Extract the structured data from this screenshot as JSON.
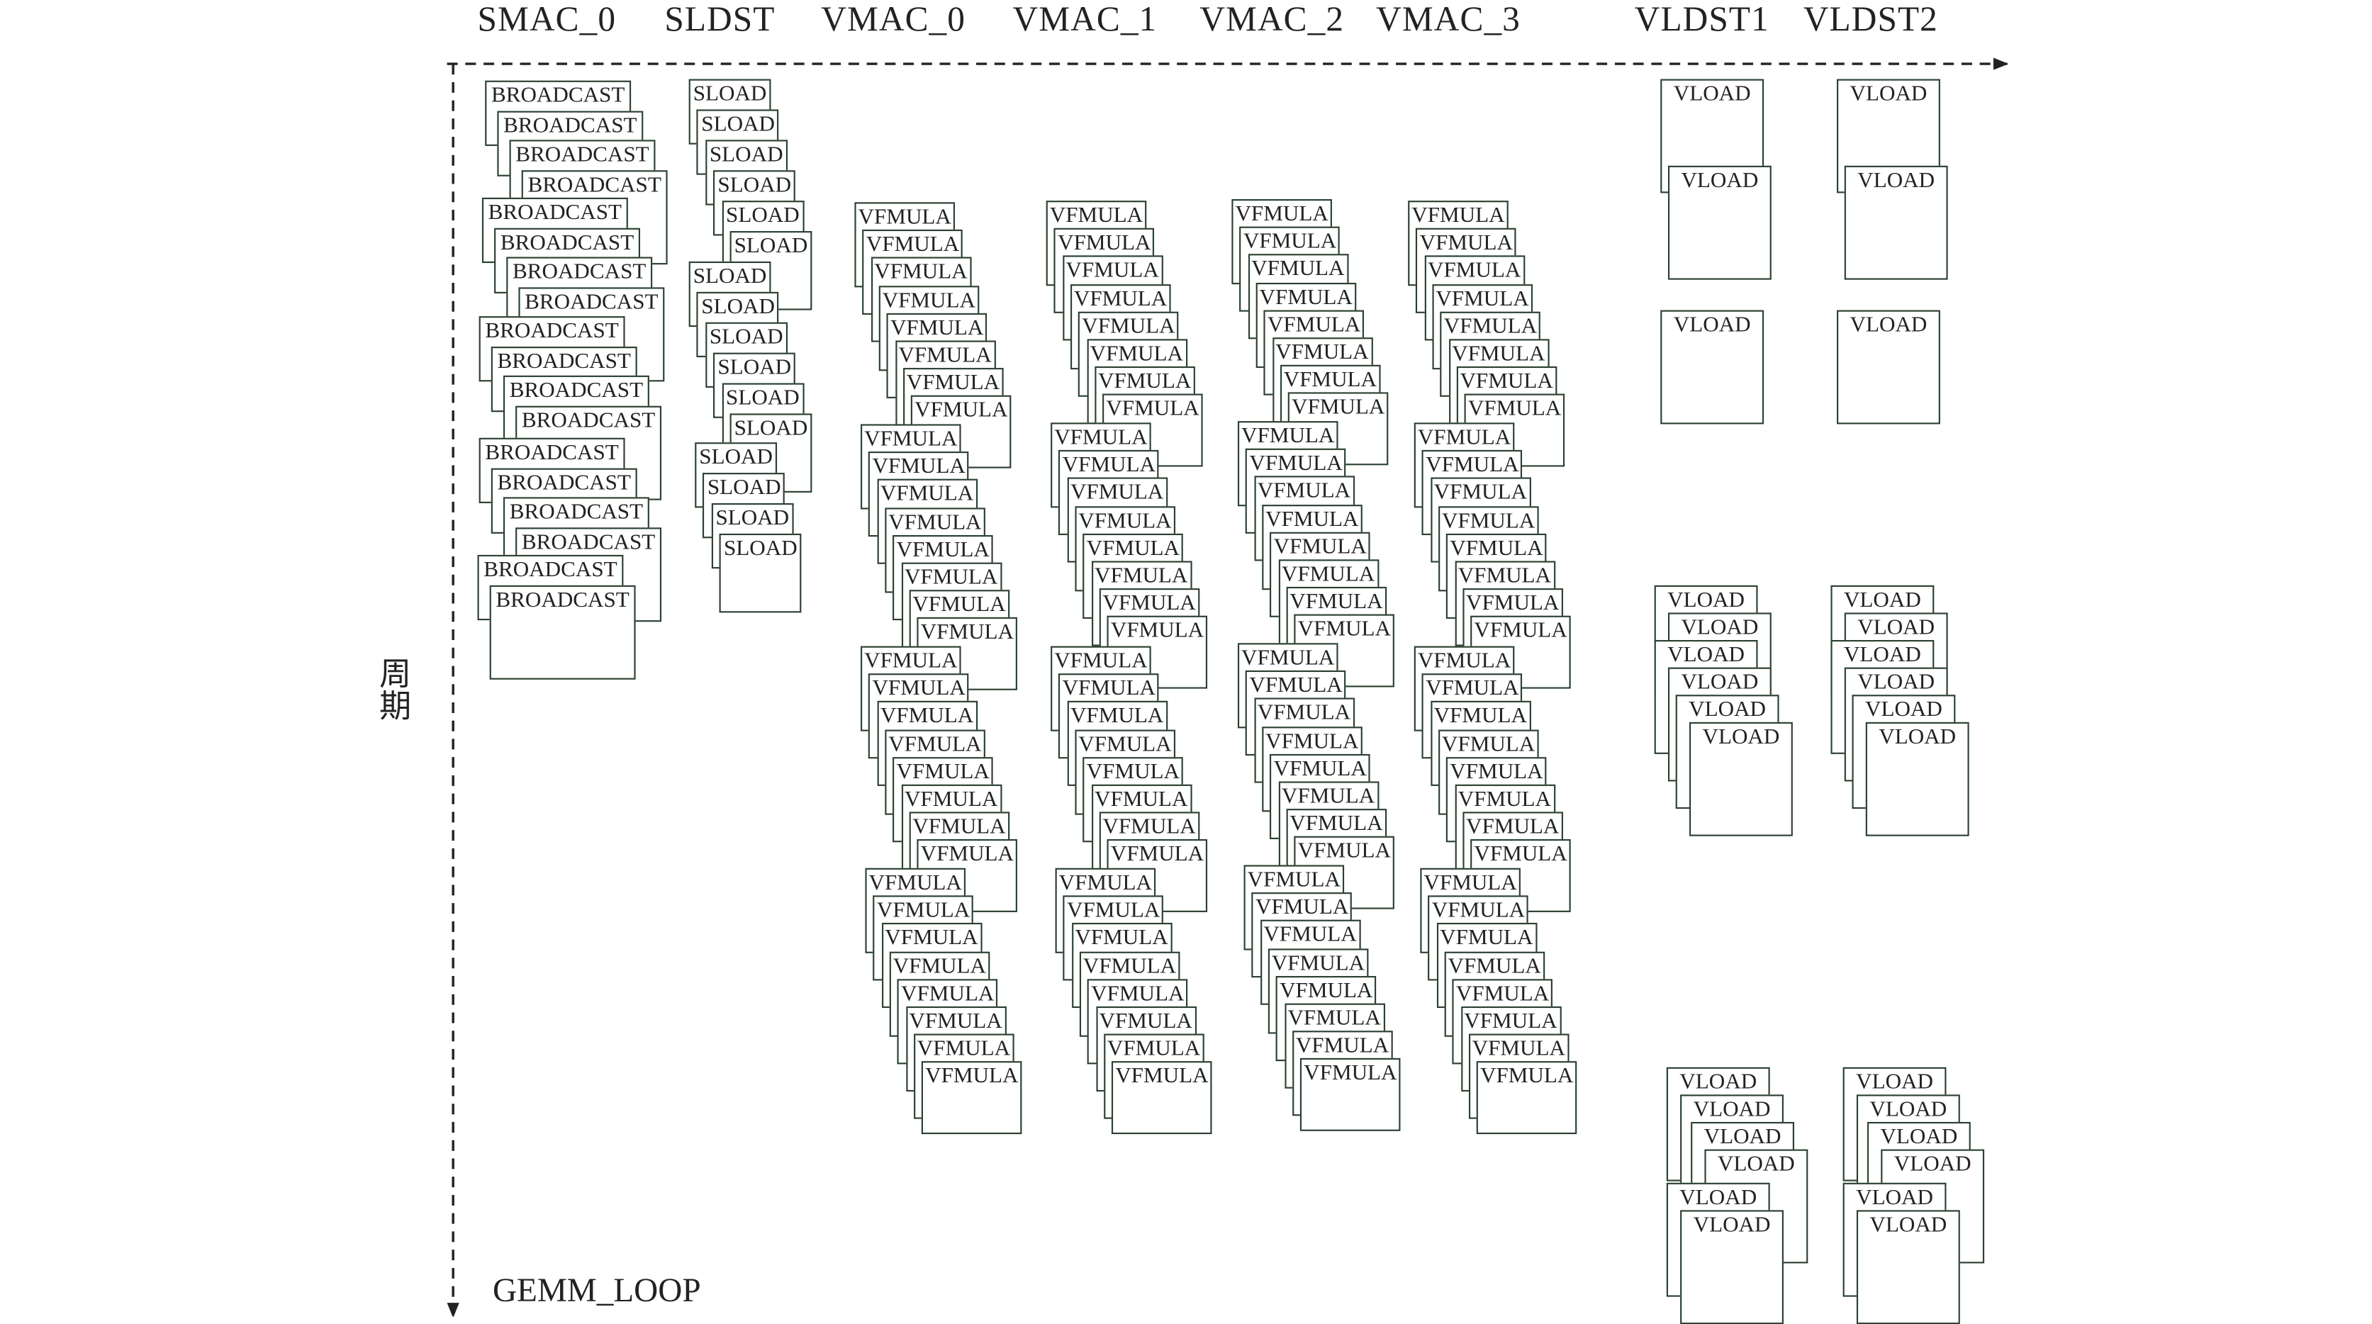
{
  "headers": [
    "SMAC_0",
    "SLDST",
    "VMAC_0",
    "VMAC_1",
    "VMAC_2",
    "VMAC_3",
    "VLDST1",
    "VLDST2"
  ],
  "axis": {
    "vertical_label": "周期",
    "loop_label": "GEMM_LOOP"
  },
  "columns": [
    {
      "unit": "SMAC_0",
      "instruction": "BROADCAST",
      "group_sizes": [
        4,
        4,
        4,
        4,
        2
      ]
    },
    {
      "unit": "SLDST",
      "instruction": "SLOAD",
      "group_sizes": [
        6,
        6,
        4
      ]
    },
    {
      "unit": "VMAC_0",
      "instruction": "VFMULA",
      "group_sizes": [
        8,
        8,
        8,
        8
      ]
    },
    {
      "unit": "VMAC_1",
      "instruction": "VFMULA",
      "group_sizes": [
        8,
        8,
        8,
        8
      ]
    },
    {
      "unit": "VMAC_2",
      "instruction": "VFMULA",
      "group_sizes": [
        8,
        8,
        8,
        8
      ]
    },
    {
      "unit": "VMAC_3",
      "instruction": "VFMULA",
      "group_sizes": [
        8,
        8,
        8,
        8
      ]
    },
    {
      "unit": "VLDST1",
      "instruction": "VLOAD",
      "group_sizes": [
        2,
        1,
        6,
        6
      ]
    },
    {
      "unit": "VLDST2",
      "instruction": "VLOAD",
      "group_sizes": [
        2,
        1,
        6,
        6
      ]
    }
  ]
}
